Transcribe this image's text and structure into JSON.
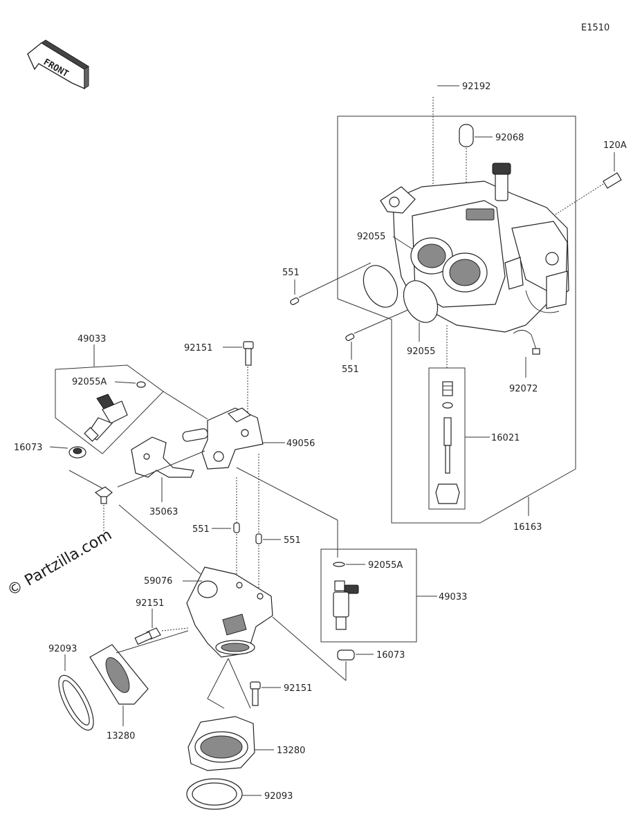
{
  "diagram_code": "E1510",
  "front_label": "FRONT",
  "watermark": "© Partzilla.com",
  "labels": {
    "p92192": "92192",
    "p92068": "92068",
    "p120A": "120A",
    "p92055_top": "92055",
    "p551_top": "551",
    "p92055_mid": "92055",
    "p551_mid": "551",
    "p92072": "92072",
    "p16021": "16021",
    "p16163": "16163",
    "p49033_left": "49033",
    "p92055A_left": "92055A",
    "p16073_left": "16073",
    "p92151_top": "92151",
    "p49056": "49056",
    "p35063": "35063",
    "p551_low_left": "551",
    "p551_low_right": "551",
    "p92055A_right": "92055A",
    "p49033_right": "49033",
    "p59076": "59076",
    "p92151_mid": "92151",
    "p16073_right": "16073",
    "p92093_left": "92093",
    "p13280_left": "13280",
    "p92151_low": "92151",
    "p13280_right": "13280",
    "p92093_bottom": "92093"
  }
}
